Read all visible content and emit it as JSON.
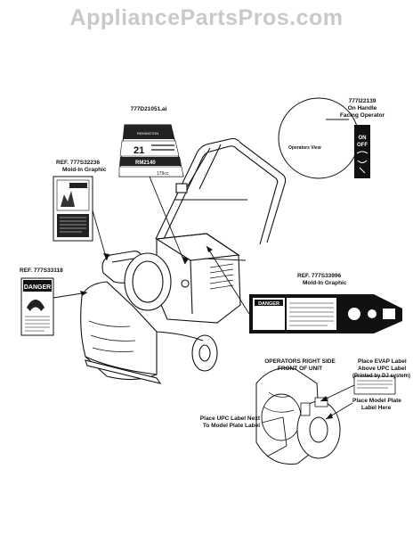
{
  "watermark": "AppliancePartsPros.com",
  "labels": {
    "top_decal_ref": "777D21051.ai",
    "handle_label_ref_line1": "777I22139",
    "handle_label_ref_line2": "On Handle",
    "handle_label_ref_line3": "Facing Operator",
    "operators_view": "Operators View",
    "mold_in_left_line1": "REF. 777S32236",
    "mold_in_left_line2": "Mold-In Graphic",
    "danger_left_ref": "REF. 777S33118",
    "danger_right_ref_line1": "REF. 777S33996",
    "danger_right_ref_line2": "Mold-In Graphic",
    "operators_side_line1": "OPERATORS RIGHT SIDE",
    "operators_side_line2": "FRONT OF UNIT",
    "evap_line1": "Place EVAP Label",
    "evap_line2": "Above UPC Label",
    "evap_line3": "(Printed by DJ system)",
    "model_plate_line1": "Place Model Plate",
    "model_plate_line2": "Label Here",
    "upc_line1": "Place UPC Label Next",
    "upc_line2": "To Model Plate Label"
  },
  "decal_text": {
    "brand": "REMINGTON",
    "size": "21",
    "engine": "RM2140",
    "cc": "179cc",
    "danger": "DANGER",
    "warning": "DANGER"
  }
}
